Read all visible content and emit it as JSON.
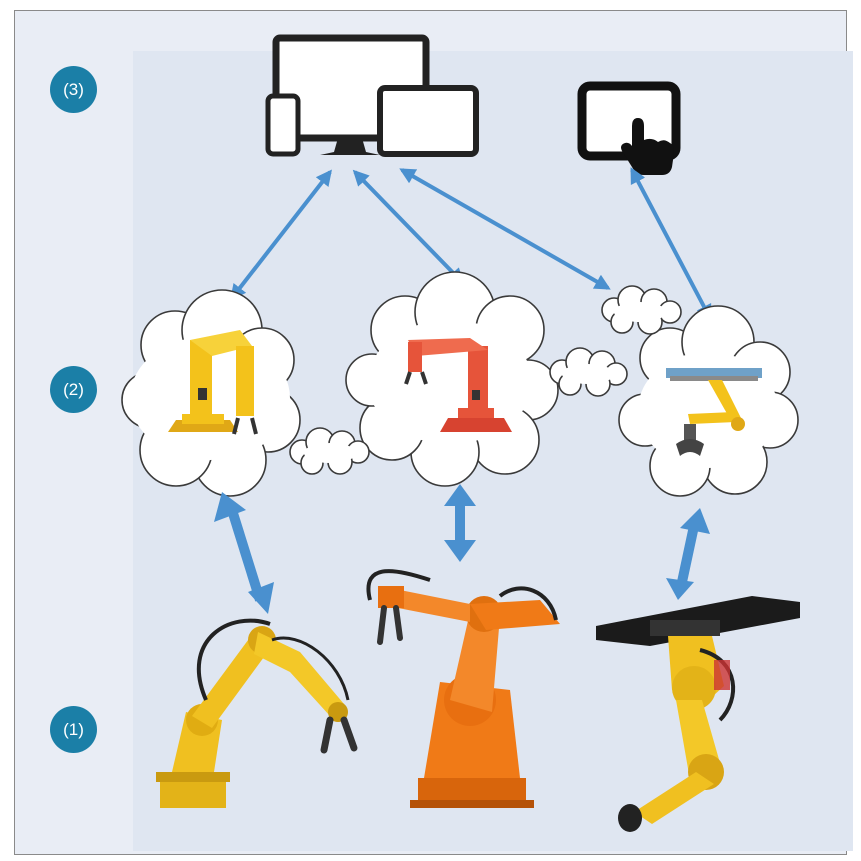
{
  "levels": [
    {
      "label": "(3)"
    },
    {
      "label": "(2)"
    },
    {
      "label": "(1)"
    }
  ],
  "icons": {
    "clients": "multi-device-icon",
    "touch": "touchscreen-tablet-icon"
  },
  "colors": {
    "badge": "#1b7fa7",
    "arrow": "#4a90cf",
    "twin_yellow": "#f3c21b",
    "twin_red": "#e6543a",
    "robot_yellow": "#f0c020",
    "robot_orange": "#f07a17"
  }
}
